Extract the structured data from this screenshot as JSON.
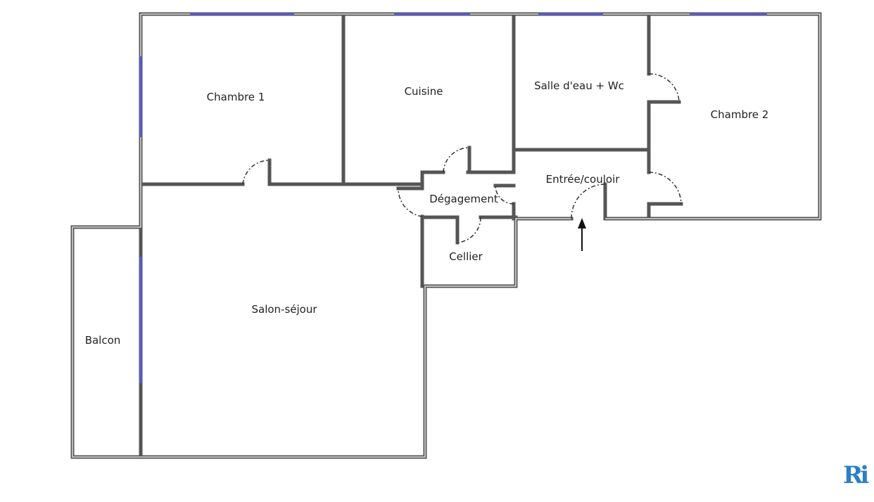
{
  "plan": {
    "rooms": [
      {
        "name": "Chambre 1"
      },
      {
        "name": "Cuisine"
      },
      {
        "name": "Salle d'eau + Wc"
      },
      {
        "name": "Chambre 2"
      },
      {
        "name": "Entrée/couloir"
      },
      {
        "name": "Dégagement"
      },
      {
        "name": "Cellier"
      },
      {
        "name": "Salon-séjour"
      },
      {
        "name": "Balcon"
      }
    ],
    "logo_text": "Ri",
    "colors": {
      "wall": "#555555",
      "window": "#5b5bd6",
      "logo": "#2a7fc8"
    }
  }
}
